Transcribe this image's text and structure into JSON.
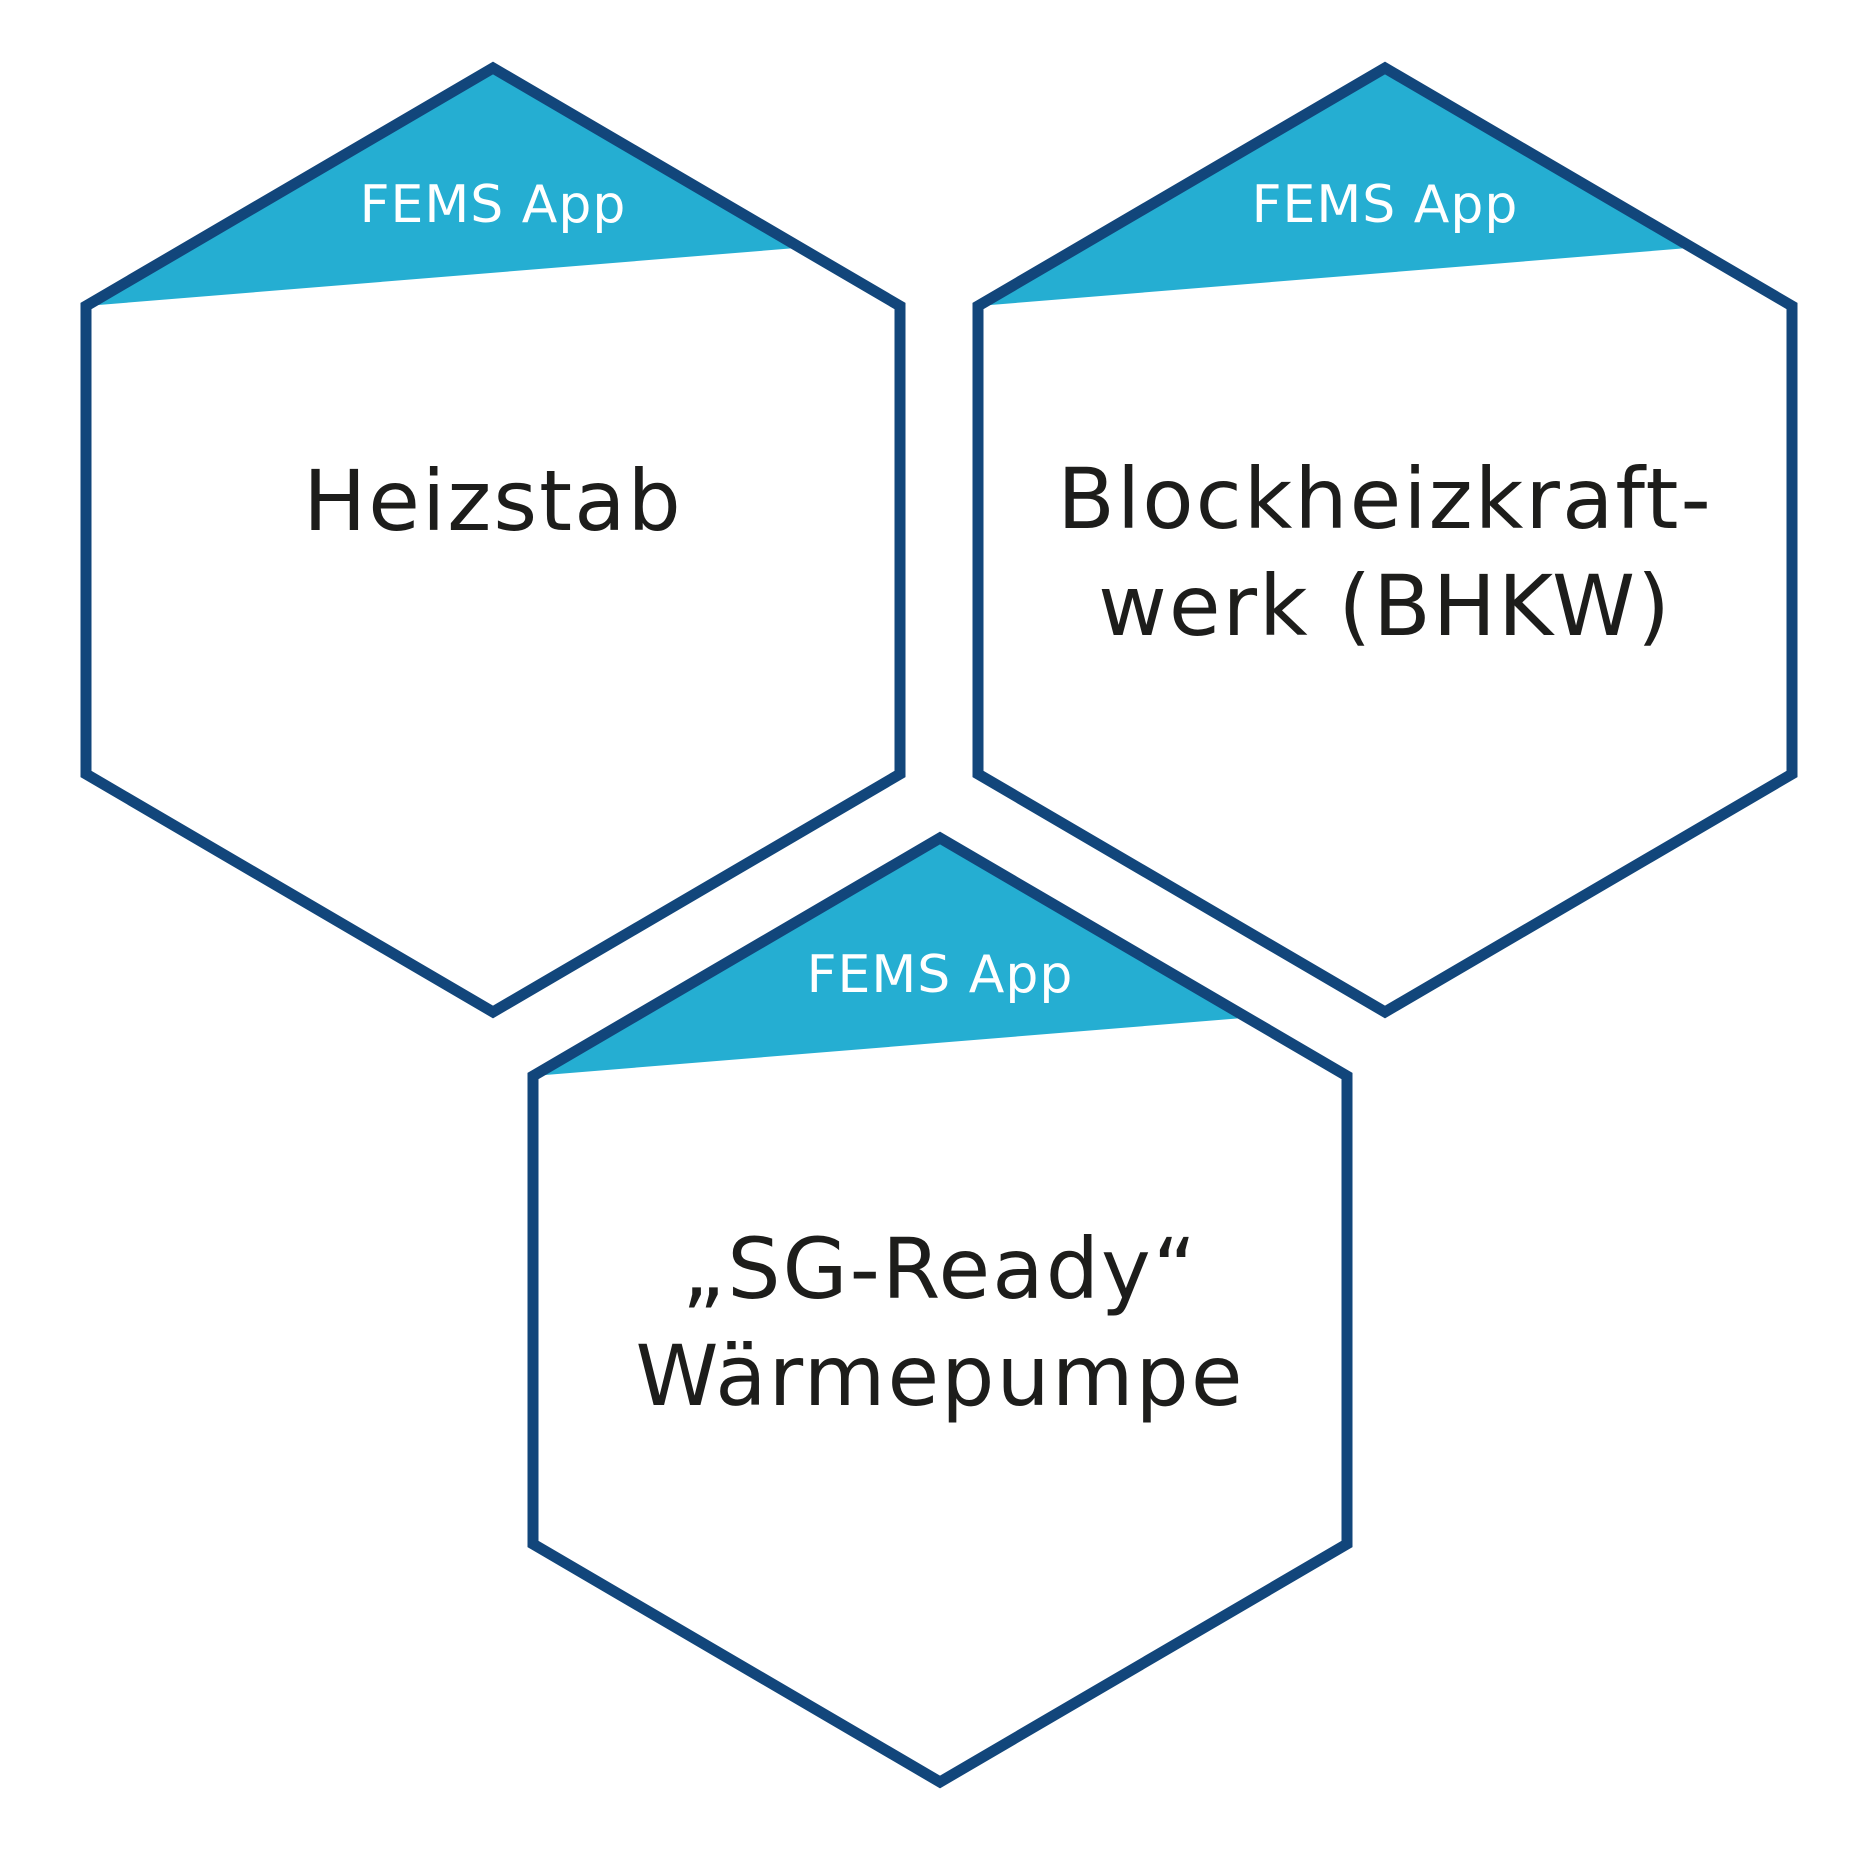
{
  "colors": {
    "outline": "#12467b",
    "badge_fill": "#25aed2",
    "badge_text": "#ffffff",
    "label_text": "#1d1d1b",
    "background": "#ffffff"
  },
  "apps": [
    {
      "id": "heizstab",
      "badge": "FEMS App",
      "label_lines": [
        "Heizstab"
      ]
    },
    {
      "id": "bhkw",
      "badge": "FEMS App",
      "label_lines": [
        "Blockheizkraft-",
        "werk (BHKW)"
      ]
    },
    {
      "id": "waermepumpe",
      "badge": "FEMS App",
      "label_lines": [
        "„SG-Ready“",
        "Wärmepumpe"
      ]
    }
  ]
}
